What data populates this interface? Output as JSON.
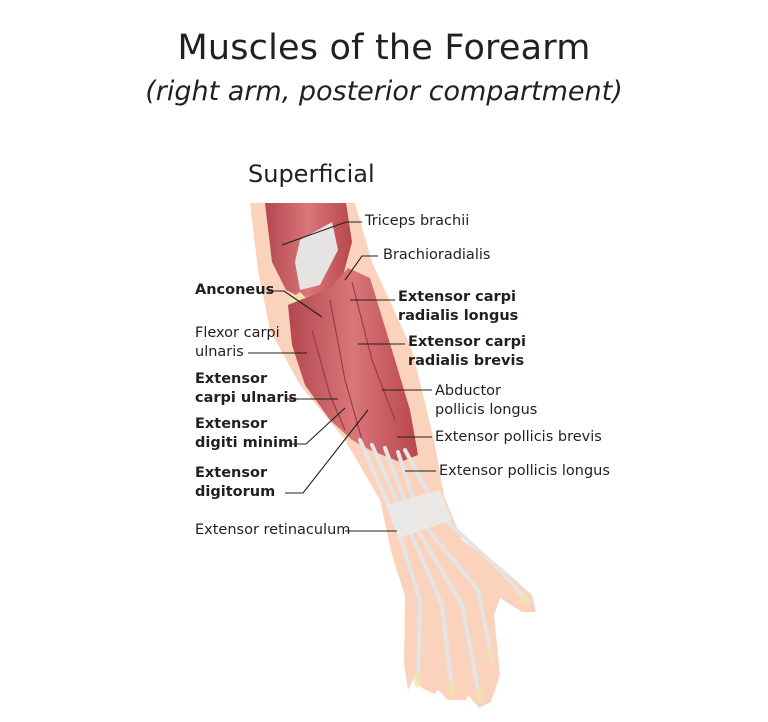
{
  "title": "Muscles of the Forearm",
  "subtitle": "(right arm, posterior compartment)",
  "section": "Superficial",
  "labels": {
    "triceps": "Triceps brachii",
    "brachioradialis": "Brachioradialis",
    "anconeus": "Anconeus",
    "ecrl_1": "Extensor carpi",
    "ecrl_2": "radialis longus",
    "fcu_1": "Flexor carpi",
    "fcu_2": "ulnaris",
    "ecrb_1": "Extensor carpi",
    "ecrb_2": "radialis brevis",
    "ecu_1": "Extensor",
    "ecu_2": "carpi ulnaris",
    "apl_1": "Abductor",
    "apl_2": "pollicis longus",
    "edm_1": "Extensor",
    "edm_2": "digiti minimi",
    "epb": "Extensor pollicis brevis",
    "epl": "Extensor pollicis longus",
    "ed_1": "Extensor",
    "ed_2": "digitorum",
    "retinaculum": "Extensor retinaculum"
  },
  "colors": {
    "skin": "#fbd3bd",
    "muscle": "#c95a5e",
    "muscle_light": "#e09090",
    "tendon": "#e4e4e4",
    "bone": "#f2e1a8",
    "leader": "#231f20"
  }
}
